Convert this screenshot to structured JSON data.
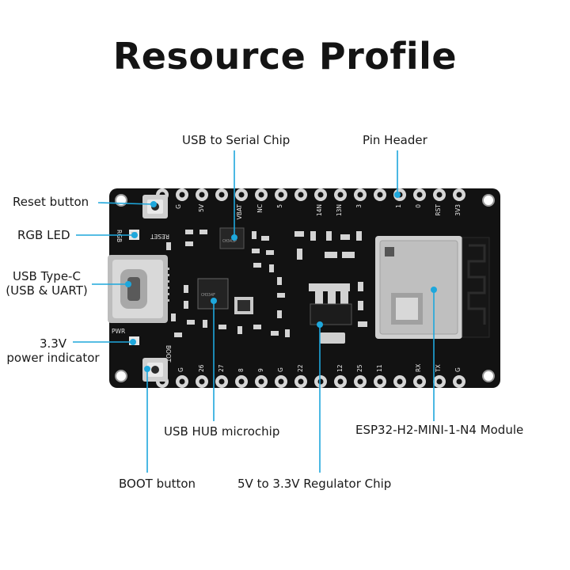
{
  "title": "Resource Profile",
  "callouts": {
    "usb_serial_chip": "USB to Serial Chip",
    "pin_header": "Pin Header",
    "reset_button": "Reset button",
    "rgb_led": "RGB LED",
    "usb_typec_line1": "USB Type-C",
    "usb_typec_line2": "(USB & UART)",
    "power_indicator_line1": "3.3V",
    "power_indicator_line2": "power indicator",
    "usb_hub": "USB HUB microchip",
    "module": "ESP32-H2-MINI-1-N4 Module",
    "boot_button": "BOOT button",
    "regulator": "5V to 3.3V Regulator Chip"
  },
  "silkscreen": {
    "top_pins": [
      "G",
      "5V",
      "VBAT",
      "NC",
      "5",
      "14N",
      "13N",
      "3",
      "1",
      "0",
      "RST",
      "3V3"
    ],
    "bottom_pins": [
      "G",
      "26",
      "27",
      "8",
      "9",
      "G",
      "22",
      "12",
      "25",
      "11",
      "RX",
      "TX",
      "G"
    ],
    "reset": "RESET",
    "rgb": "RGB",
    "pwr": "PWR",
    "boot": "BOOT"
  },
  "colors": {
    "accent": "#1ea7dc",
    "board": "#121212",
    "pin": "#d9d9d9"
  }
}
